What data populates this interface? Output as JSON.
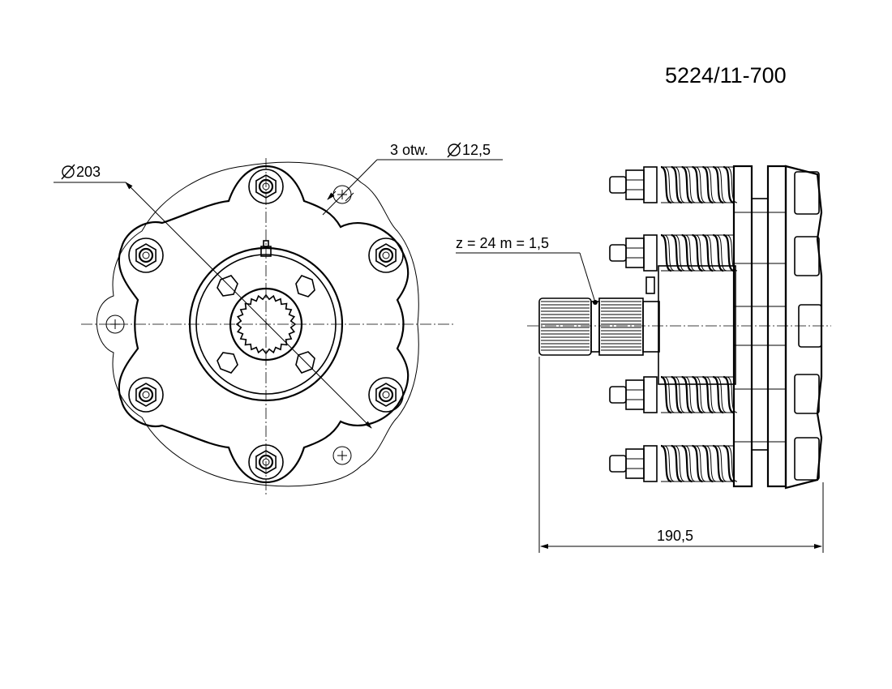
{
  "drawing": {
    "part_number": "5224/11-700",
    "labels": {
      "holes": "3 otw. ",
      "holes_diameter": "12,5",
      "outer_diameter": "203",
      "spline": "z = 24  m = 1,5",
      "overall_length": "190,5"
    },
    "icons": {
      "diameter_symbol": "diameter-symbol-icon"
    }
  }
}
